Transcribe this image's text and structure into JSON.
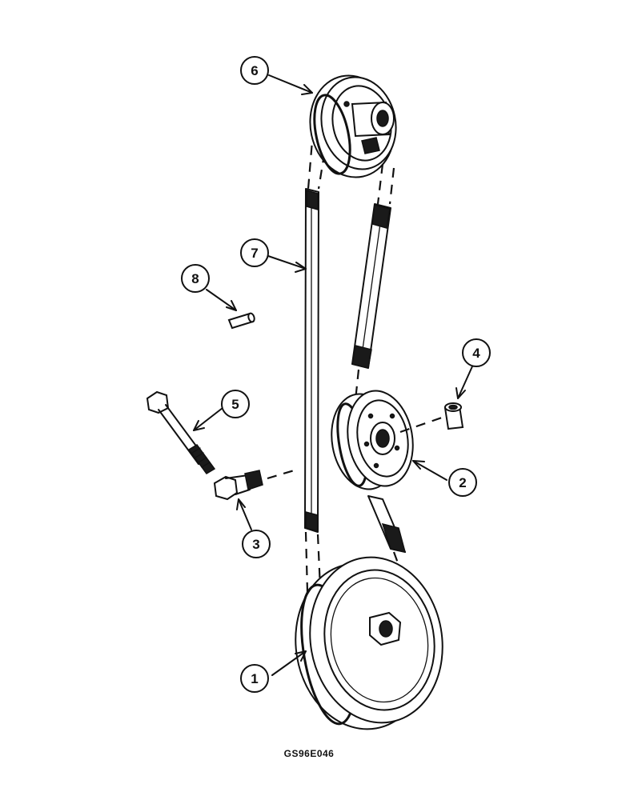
{
  "figure_id": "GS96E046",
  "callouts": [
    {
      "id": "1",
      "label": "1"
    },
    {
      "id": "2",
      "label": "2"
    },
    {
      "id": "3",
      "label": "3"
    },
    {
      "id": "4",
      "label": "4"
    },
    {
      "id": "5",
      "label": "5"
    },
    {
      "id": "6",
      "label": "6"
    },
    {
      "id": "7",
      "label": "7"
    },
    {
      "id": "8",
      "label": "8"
    }
  ]
}
